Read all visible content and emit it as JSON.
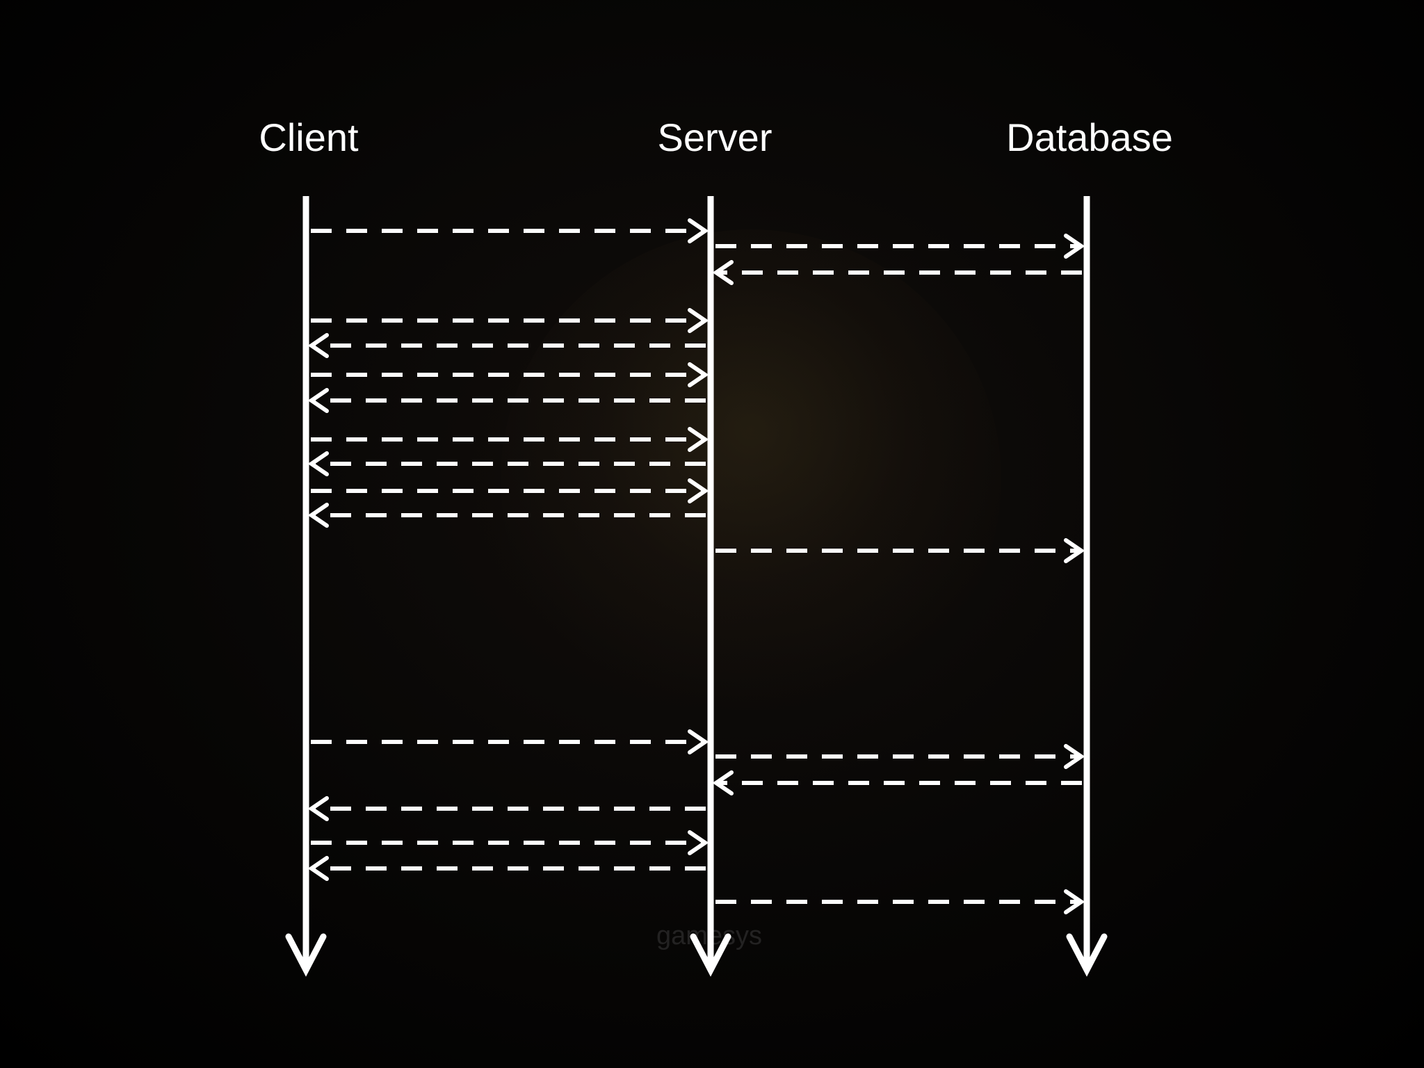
{
  "diagram": {
    "participants": [
      {
        "id": "client",
        "label": "Client"
      },
      {
        "id": "server",
        "label": "Server"
      },
      {
        "id": "database",
        "label": "Database"
      }
    ],
    "messages": [
      {
        "from": "client",
        "to": "server"
      },
      {
        "from": "server",
        "to": "database"
      },
      {
        "from": "database",
        "to": "server"
      },
      {
        "from": "client",
        "to": "server"
      },
      {
        "from": "server",
        "to": "client"
      },
      {
        "from": "client",
        "to": "server"
      },
      {
        "from": "server",
        "to": "client"
      },
      {
        "from": "client",
        "to": "server"
      },
      {
        "from": "server",
        "to": "client"
      },
      {
        "from": "client",
        "to": "server"
      },
      {
        "from": "server",
        "to": "client"
      },
      {
        "from": "server",
        "to": "database"
      },
      {
        "from": "client",
        "to": "server"
      },
      {
        "from": "server",
        "to": "database"
      },
      {
        "from": "database",
        "to": "server"
      },
      {
        "from": "server",
        "to": "client"
      },
      {
        "from": "client",
        "to": "server"
      },
      {
        "from": "server",
        "to": "client"
      },
      {
        "from": "server",
        "to": "database"
      }
    ],
    "line_color": "#ffffff"
  },
  "background": {
    "watermark_text": "gamesys"
  }
}
